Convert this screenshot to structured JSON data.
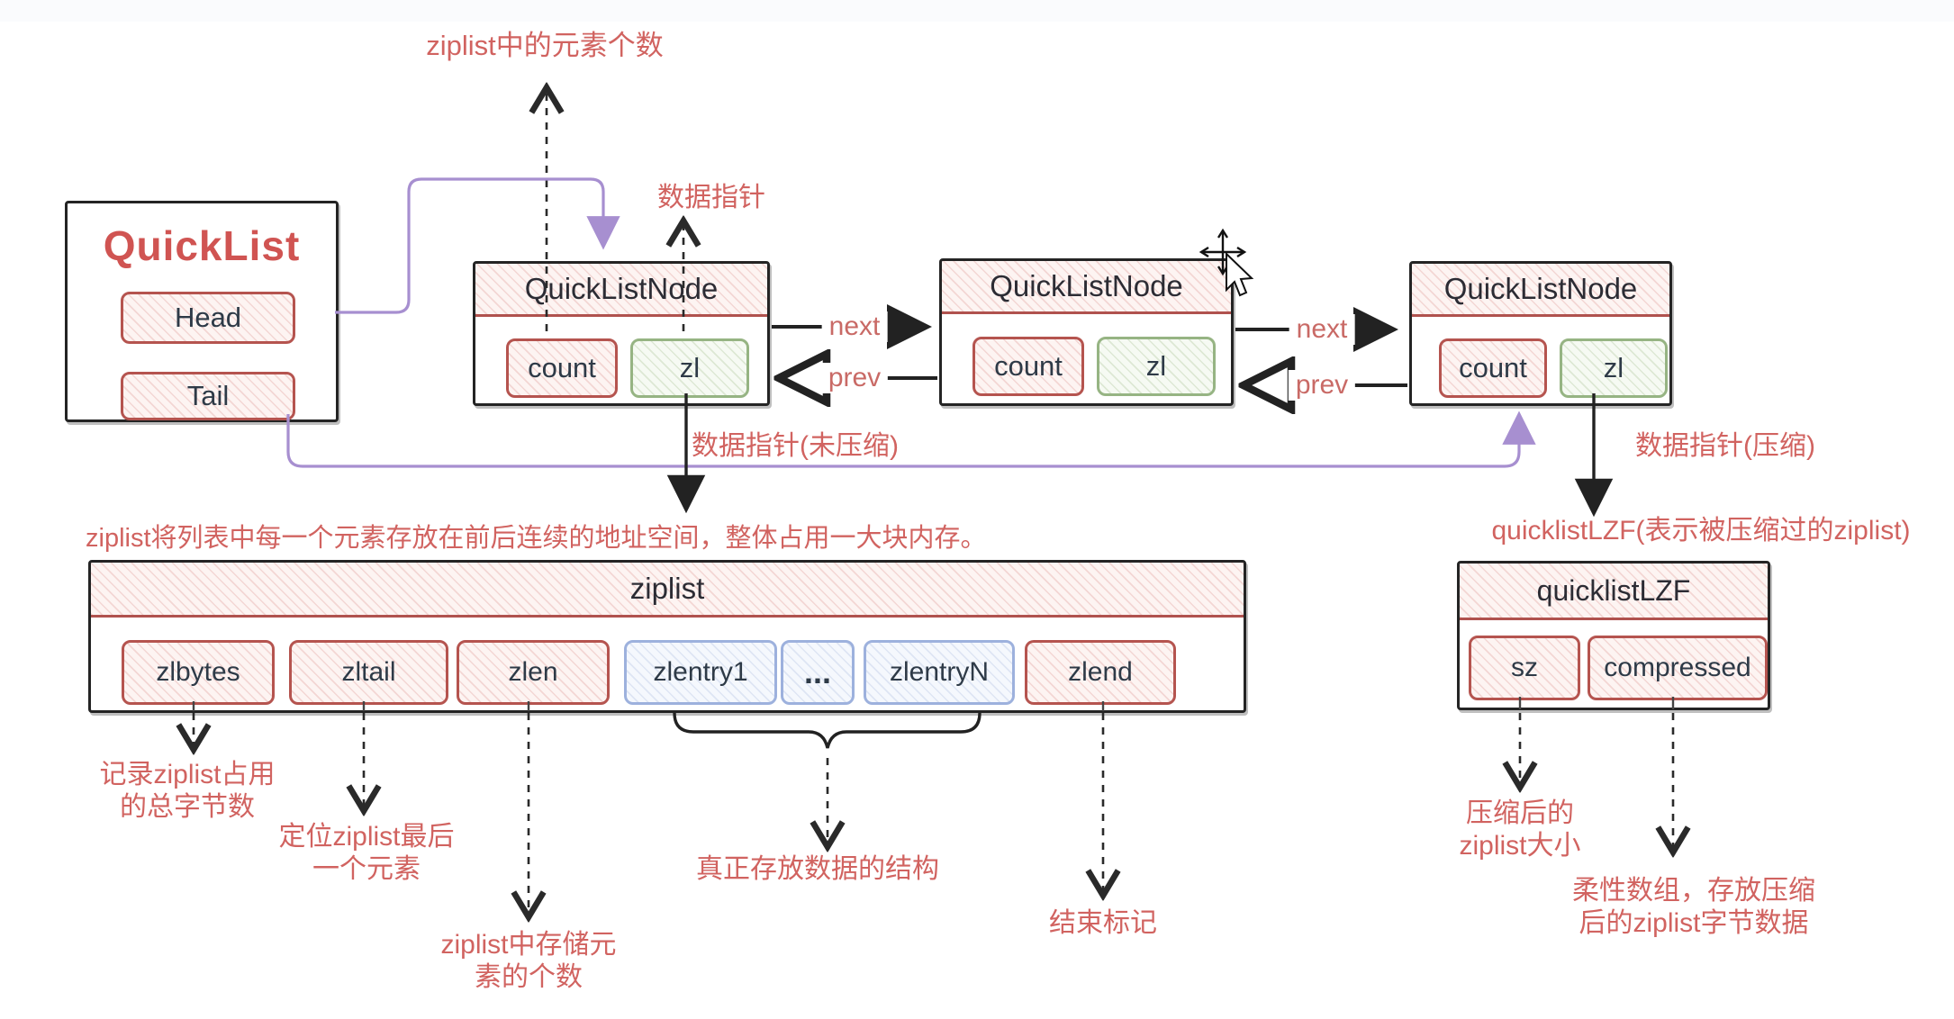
{
  "quicklist": {
    "title": "QuickList",
    "head_label": "Head",
    "tail_label": "Tail"
  },
  "nodes": [
    {
      "title": "QuickListNode",
      "count_label": "count",
      "zl_label": "zl"
    },
    {
      "title": "QuickListNode",
      "count_label": "count",
      "zl_label": "zl"
    },
    {
      "title": "QuickListNode",
      "count_label": "count",
      "zl_label": "zl"
    }
  ],
  "links": {
    "next": "next",
    "prev": "prev"
  },
  "ziplist": {
    "title": "ziplist",
    "cells": [
      "zlbytes",
      "zltail",
      "zlen",
      "zlentry1",
      "...",
      "zlentryN",
      "zlend"
    ]
  },
  "quicklistlzf": {
    "title": "quicklistLZF",
    "sz_label": "sz",
    "compressed_label": "compressed"
  },
  "annotations": {
    "ziplist_count": "ziplist中的元素个数",
    "data_pointer": "数据指针",
    "data_pointer_uncompressed": "数据指针(未压缩)",
    "data_pointer_compressed": "数据指针(压缩)",
    "ziplist_desc": "ziplist将列表中每一个元素存放在前后连续的地址空间，整体占用一大块内存。",
    "quicklistlzf_desc": "quicklistLZF(表示被压缩过的ziplist)",
    "zlbytes_note": "记录ziplist占用\n的总字节数",
    "zltail_note": "定位ziplist最后\n一个元素",
    "zlen_note": "ziplist中存储元\n素的个数",
    "zlentry_note": "真正存放数据的结构",
    "zlend_note": "结束标记",
    "sz_note": "压缩后的\nziplist大小",
    "compressed_note": "柔性数组，存放压缩\n后的ziplist字节数据"
  },
  "colors": {
    "annotation_red": "#d16360",
    "box_border_red": "#b5544f",
    "zl_green": "#96b483",
    "entry_blue": "#9db1dd",
    "pointer_purple": "#a78fd0",
    "line_dark": "#2a2a2a"
  }
}
